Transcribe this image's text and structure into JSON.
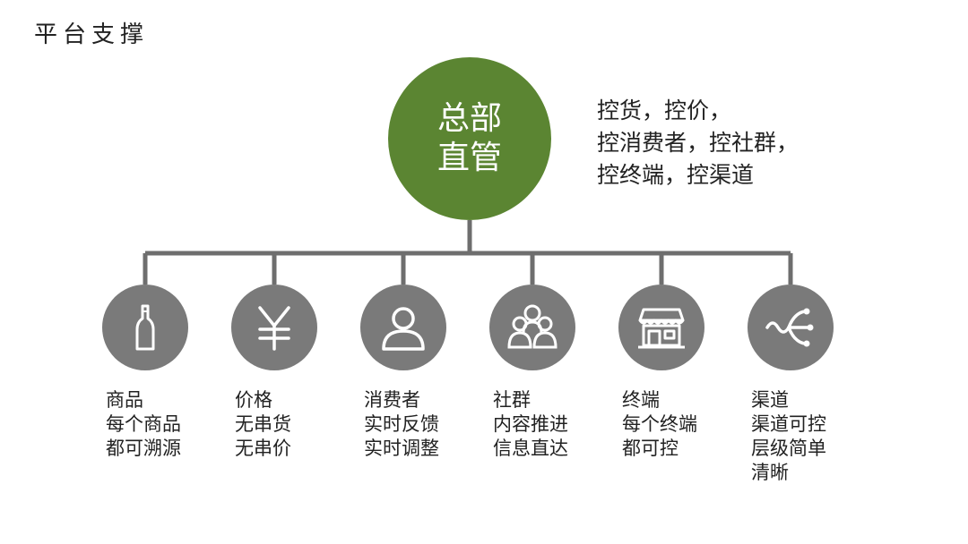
{
  "title": "平台支撑",
  "center": {
    "line1": "总部",
    "line2": "直管",
    "color": "#5b8532"
  },
  "note": {
    "lines": [
      "控货，控价，",
      "控消费者，控社群，",
      "控终端，控渠道"
    ]
  },
  "node_color": "#7a7a7a",
  "connector_color": "#6e6e6e",
  "nodes": [
    {
      "icon": "bottle-icon",
      "lines": [
        "商品",
        "每个商品",
        "都可溯源"
      ]
    },
    {
      "icon": "yen-icon",
      "lines": [
        "价格",
        "无串货",
        "无串价"
      ]
    },
    {
      "icon": "person-icon",
      "lines": [
        "消费者",
        "实时反馈",
        "实时调整"
      ]
    },
    {
      "icon": "group-icon",
      "lines": [
        "社群",
        "内容推进",
        "信息直达"
      ]
    },
    {
      "icon": "store-icon",
      "lines": [
        "终端",
        "每个终端",
        "都可控"
      ]
    },
    {
      "icon": "branch-icon",
      "lines": [
        "渠道",
        "渠道可控",
        "层级简单",
        "清晰"
      ]
    }
  ]
}
